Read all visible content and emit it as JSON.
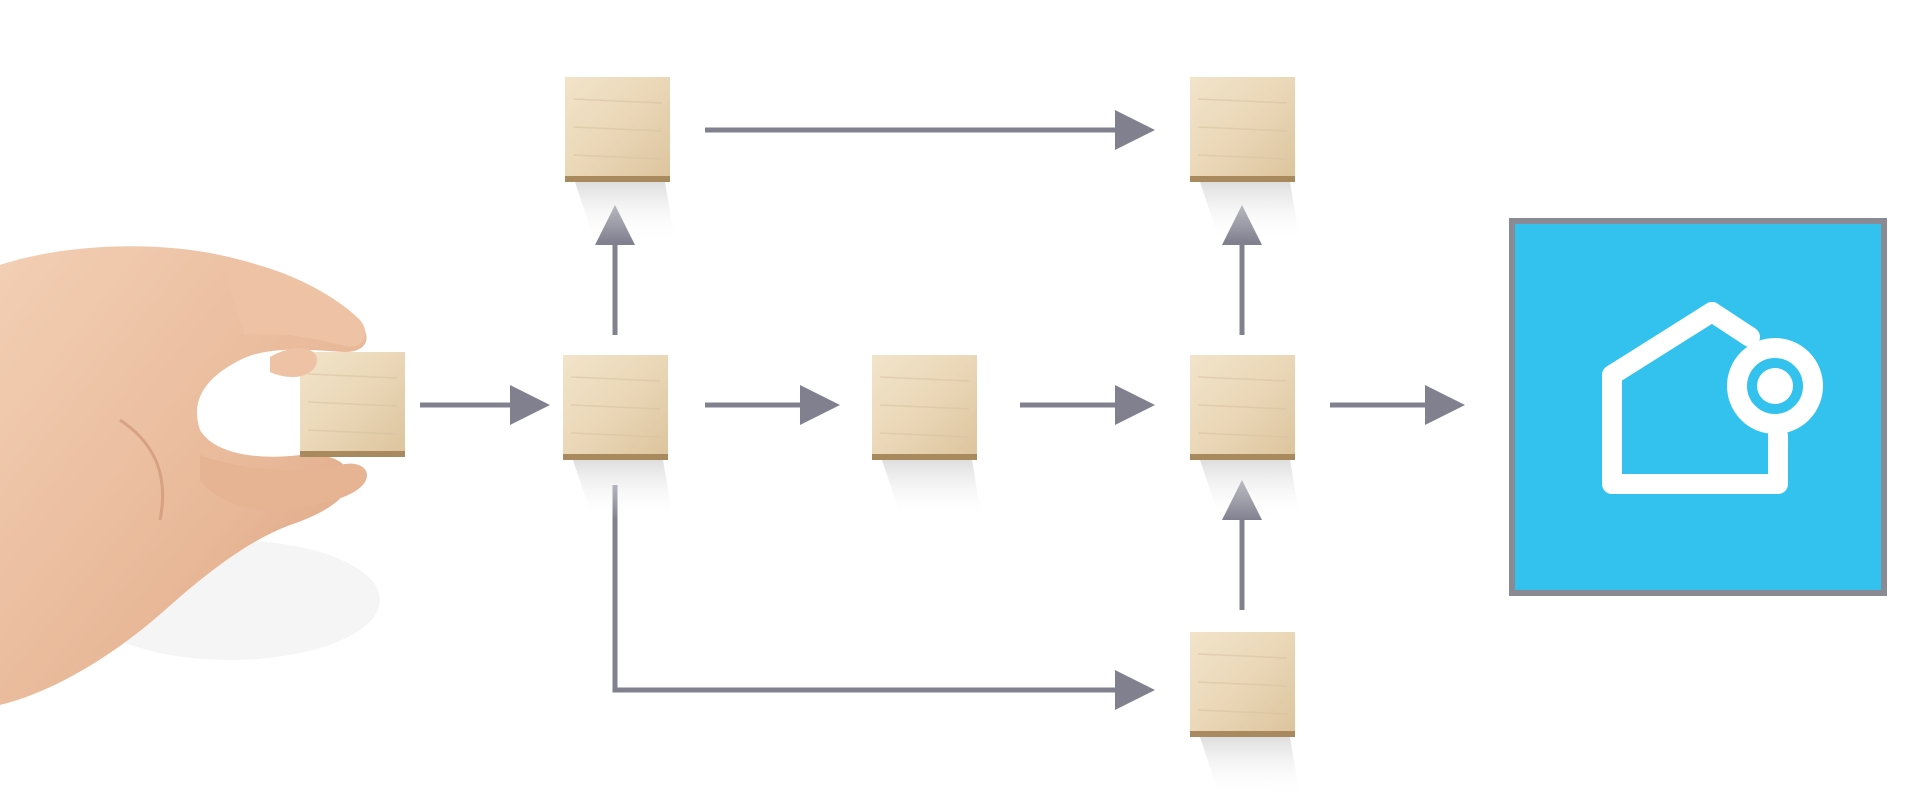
{
  "diagram": {
    "colors": {
      "background": "#ffffff",
      "arrow": "#80808f",
      "block_face": "#ecdcc1",
      "block_shade": "#d8c4a3",
      "block_edge": "#a98a5e",
      "skin": "#ecc2a4",
      "skin_dark": "#d9a584",
      "logo_bg": "#33c2ee",
      "logo_border": "#8a8a94",
      "logo_fg": "#ffffff"
    },
    "blocks": [
      {
        "id": "start-block",
        "held": true
      },
      {
        "id": "block-mid-1"
      },
      {
        "id": "block-top-1"
      },
      {
        "id": "block-mid-2"
      },
      {
        "id": "block-top-2"
      },
      {
        "id": "block-mid-3"
      },
      {
        "id": "block-bottom"
      }
    ],
    "connections": [
      {
        "from": "start-block",
        "to": "block-mid-1"
      },
      {
        "from": "block-mid-1",
        "to": "block-top-1"
      },
      {
        "from": "block-top-1",
        "to": "block-top-2"
      },
      {
        "from": "block-mid-1",
        "to": "block-mid-2"
      },
      {
        "from": "block-mid-2",
        "to": "block-mid-3"
      },
      {
        "from": "block-mid-1",
        "to": "block-bottom"
      },
      {
        "from": "block-bottom",
        "to": "block-mid-3"
      },
      {
        "from": "block-mid-3",
        "to": "block-top-2"
      },
      {
        "from": "block-mid-3",
        "to": "smart-home-logo"
      }
    ],
    "logo": {
      "icon": "smart-home-icon"
    }
  }
}
